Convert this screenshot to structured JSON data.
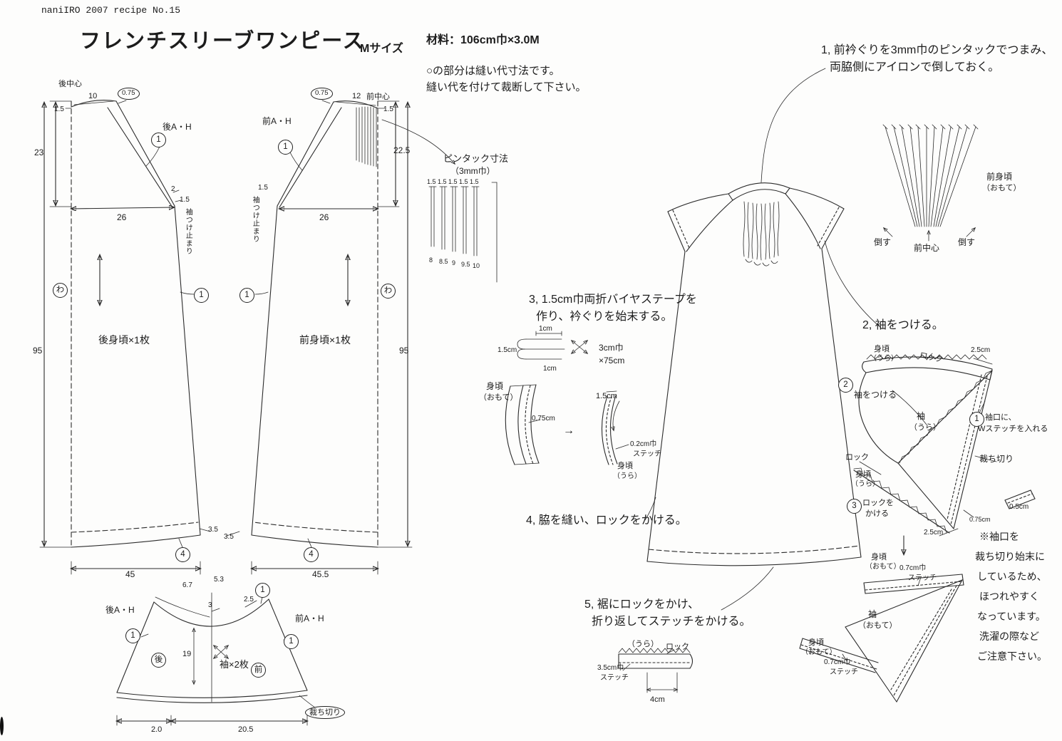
{
  "header": {
    "brand": "naniIRO 2007 recipe No.15",
    "title": "フレンチスリーブワンピース",
    "size": "Mサイズ",
    "material": "材料：106cm巾×3.0M",
    "note1": "○の部分は縫い代寸法です。",
    "note2": "縫い代を付けて裁断して下さい。"
  },
  "back": {
    "center": "後中心",
    "m10": "10",
    "c075": "0.75",
    "m15a": "1.5",
    "ah": "後A・H",
    "c1": "1",
    "m23": "23",
    "m2": "2",
    "m15b": "1.5",
    "sode_stop": "袖つけ止まり",
    "m26": "26",
    "wa": "わ",
    "c1b": "1",
    "m95": "95",
    "name": "後身頃×1枚",
    "m35": "3.5",
    "c4": "4",
    "m45": "45"
  },
  "front": {
    "c075": "0.75",
    "m12": "12",
    "center": "前中心",
    "m15a": "1.5",
    "ah": "前A・H",
    "c1": "1",
    "m225": "22.5",
    "m15b": "1.5",
    "sode_stop": "袖つけ止まり",
    "m26": "26",
    "c1b": "1",
    "wa": "わ",
    "m95": "95",
    "name": "前身頃×1枚",
    "m35": "3.5",
    "c4": "4",
    "m455": "45.5"
  },
  "pintuck_dim": {
    "title": "ピンタック寸法",
    "subtitle": "（3mm巾）",
    "tops": [
      "1.5",
      "1.5",
      "1.5",
      "1.5",
      "1.5"
    ],
    "bottoms": [
      "8",
      "8.5",
      "9",
      "9.5",
      "10"
    ]
  },
  "steps": {
    "s1a": "1, 前衿ぐりを3mm巾のピンタックでつまみ、",
    "s1b": "両脇側にアイロンで倒しておく。",
    "s2": "2, 袖をつける。",
    "s3a": "3, 1.5cm巾両折バイヤステープを",
    "s3b": "作り、衿ぐりを始末する。",
    "s4": "4, 脇を縫い、ロックをかける。",
    "s5a": "5, 裾にロックをかけ、",
    "s5b": "折り返してステッチをかける。"
  },
  "bias": {
    "m1a": "1cm",
    "m15": "1.5cm",
    "m1b": "1cm",
    "m3": "3cm巾",
    "m75": "×75cm"
  },
  "neck": {
    "omote_a": "身頃",
    "omote_b": "（おもて）",
    "m075": "0.75cm",
    "arrow": "→",
    "m15": "1.5cm",
    "st_a": "0.2cm巾",
    "st_b": "ステッチ",
    "ura_a": "身頃",
    "ura_b": "（うら）"
  },
  "hem": {
    "ura": "（うら）",
    "lock": "ロック",
    "st_a": "3.5cm巾",
    "st_b": "ステッチ",
    "m4": "4cm"
  },
  "tuck": {
    "front_a": "前身頃",
    "front_b": "（おもて）",
    "taosu_l": "倒す",
    "center": "前中心",
    "taosu_r": "倒す"
  },
  "attach": {
    "mig_a": "身頃",
    "mig_b": "（うら）",
    "lock1": "ロック",
    "m25a": "2.5cm",
    "c2": "2",
    "tsukeru": "袖をつける",
    "sode_a": "袖",
    "sode_b": "（うら）",
    "c1": "1",
    "cuff_a": "袖口に、",
    "cuff_b": "Wステッチを入れる",
    "tachikiri": "裁ち切り",
    "lock2": "ロック",
    "mig2_a": "身頃",
    "mig2_b": "（うら）",
    "c3": "3",
    "lock3_a": "ロックを",
    "lock3_b": "かける",
    "m25b": "2.5cm",
    "m075": "0.75cm",
    "m05": "0.5cm",
    "down": "↓"
  },
  "finish": {
    "mig_a": "身頃",
    "mig_b": "（おもて）",
    "st1_a": "0.7cm巾",
    "st1_b": "ステッチ",
    "sode_a": "袖",
    "sode_b": "（おもて）",
    "mig2_a": "身頃",
    "mig2_b": "（おもて）",
    "st2_a": "0.7cm巾",
    "st2_b": "ステッチ"
  },
  "caution": {
    "l1": "※袖口を",
    "l2": "裁ち切り始末に",
    "l3": "しているため、",
    "l4": "ほつれやすく",
    "l5": "なっています。",
    "l6": "洗濯の際など",
    "l7": "ご注意下さい。"
  },
  "sleeve": {
    "m67": "6.7",
    "m53": "5.3",
    "c1t": "1",
    "m25": "2.5",
    "m3": "3",
    "ah_back": "後A・H",
    "c1l": "1",
    "back": "後",
    "m19": "19",
    "name": "袖×2枚",
    "front": "前",
    "ah_front": "前A・H",
    "c1r": "1",
    "m20": "2.0",
    "m205": "20.5",
    "tachikiri": "裁ち切り"
  }
}
